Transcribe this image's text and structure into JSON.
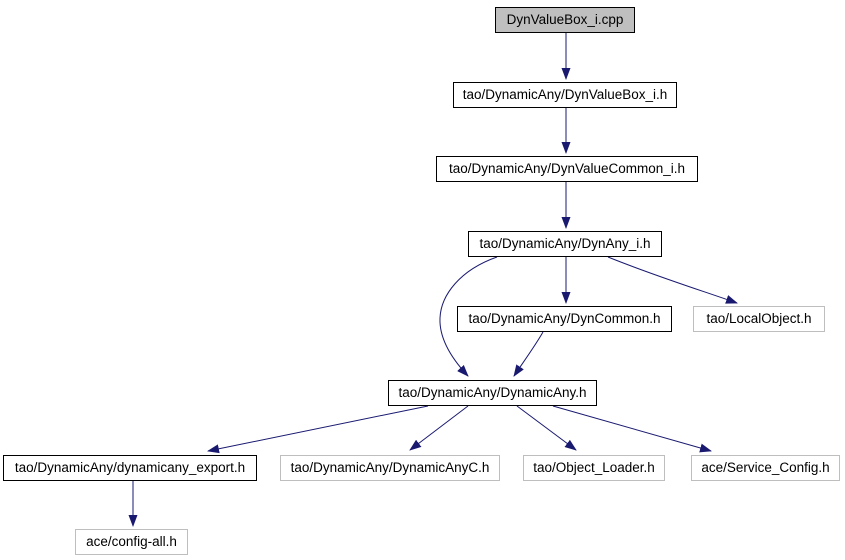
{
  "diagram": {
    "type": "include-dependency-graph",
    "colors": {
      "edge": "#191970",
      "root_fill": "#bfbfbf",
      "node_fill": "#ffffff",
      "node_border": "#000000",
      "external_node_border": "#bebebe",
      "text": "#000000",
      "background": "#ffffff"
    },
    "nodes": [
      {
        "id": "n0",
        "label": "DynValueBox_i.cpp",
        "kind": "root"
      },
      {
        "id": "n1",
        "label": "tao/DynamicAny/DynValueBox_i.h",
        "kind": "internal"
      },
      {
        "id": "n2",
        "label": "tao/DynamicAny/DynValueCommon_i.h",
        "kind": "internal"
      },
      {
        "id": "n3",
        "label": "tao/DynamicAny/DynAny_i.h",
        "kind": "internal"
      },
      {
        "id": "n4",
        "label": "tao/DynamicAny/DynCommon.h",
        "kind": "internal"
      },
      {
        "id": "n5",
        "label": "tao/LocalObject.h",
        "kind": "external"
      },
      {
        "id": "n6",
        "label": "tao/DynamicAny/DynamicAny.h",
        "kind": "internal"
      },
      {
        "id": "n7",
        "label": "tao/DynamicAny/dynamicany_export.h",
        "kind": "internal"
      },
      {
        "id": "n8",
        "label": "tao/DynamicAny/DynamicAnyC.h",
        "kind": "external"
      },
      {
        "id": "n9",
        "label": "tao/Object_Loader.h",
        "kind": "external"
      },
      {
        "id": "n10",
        "label": "ace/Service_Config.h",
        "kind": "external"
      },
      {
        "id": "n11",
        "label": "ace/config-all.h",
        "kind": "external"
      }
    ],
    "edges": [
      {
        "from": "DynValueBox_i.cpp",
        "to": "tao/DynamicAny/DynValueBox_i.h"
      },
      {
        "from": "tao/DynamicAny/DynValueBox_i.h",
        "to": "tao/DynamicAny/DynValueCommon_i.h"
      },
      {
        "from": "tao/DynamicAny/DynValueCommon_i.h",
        "to": "tao/DynamicAny/DynAny_i.h"
      },
      {
        "from": "tao/DynamicAny/DynAny_i.h",
        "to": "tao/DynamicAny/DynCommon.h"
      },
      {
        "from": "tao/DynamicAny/DynAny_i.h",
        "to": "tao/LocalObject.h"
      },
      {
        "from": "tao/DynamicAny/DynAny_i.h",
        "to": "tao/DynamicAny/DynamicAny.h"
      },
      {
        "from": "tao/DynamicAny/DynCommon.h",
        "to": "tao/DynamicAny/DynamicAny.h"
      },
      {
        "from": "tao/DynamicAny/DynamicAny.h",
        "to": "tao/DynamicAny/dynamicany_export.h"
      },
      {
        "from": "tao/DynamicAny/DynamicAny.h",
        "to": "tao/DynamicAny/DynamicAnyC.h"
      },
      {
        "from": "tao/DynamicAny/DynamicAny.h",
        "to": "tao/Object_Loader.h"
      },
      {
        "from": "tao/DynamicAny/DynamicAny.h",
        "to": "ace/Service_Config.h"
      },
      {
        "from": "tao/DynamicAny/dynamicany_export.h",
        "to": "ace/config-all.h"
      }
    ]
  }
}
